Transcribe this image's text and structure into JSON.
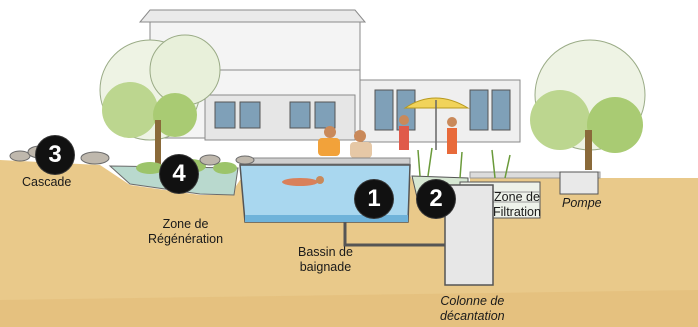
{
  "markers": {
    "m1": "1",
    "m2": "2",
    "m3": "3",
    "m4": "4"
  },
  "labels": {
    "cascade": "Cascade",
    "regeneration_l1": "Zone de",
    "regeneration_l2": "Régénération",
    "bassin_l1": "Bassin de",
    "bassin_l2": "baignade",
    "filtration_l1": "Zone de",
    "filtration_l2": "Filtration",
    "pompe": "Pompe",
    "colonne_l1": "Colonne de",
    "colonne_l2": "décantation"
  },
  "colors": {
    "soil": "#e9c98a",
    "soil_dark": "#c99a52",
    "water": "#a9d7ef",
    "water_dark": "#6fb3da",
    "foliage": "#9cc46a",
    "marker": "#111111"
  }
}
